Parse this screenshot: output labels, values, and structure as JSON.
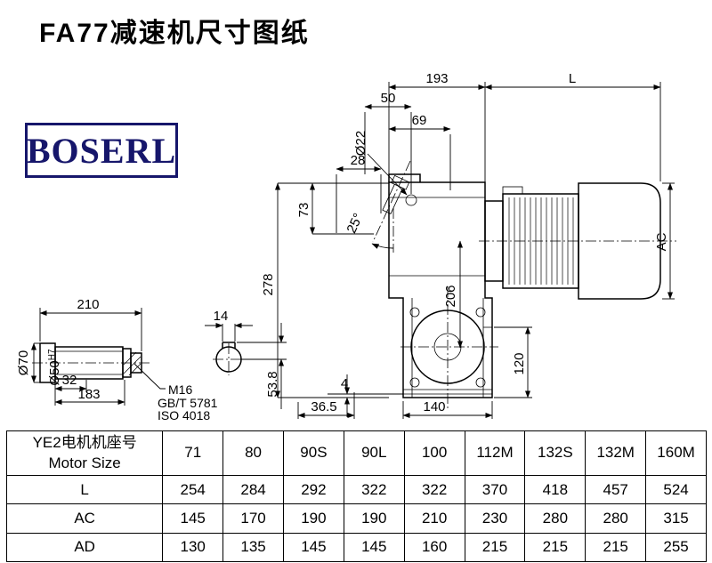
{
  "page": {
    "title": "FA77减速机尺寸图纸"
  },
  "logo": {
    "text": "BOSERL",
    "color": "#16166b"
  },
  "drawing": {
    "dims": {
      "top_width": "193",
      "motor_length": "L",
      "d50": "50",
      "d69": "69",
      "hole": "Ø22",
      "d28": "28",
      "d73": "73",
      "angle": "25°",
      "height": "278",
      "d206": "206",
      "ac": "AC",
      "d120": "120",
      "shaft_len": "210",
      "key_w": "14",
      "d70": "Ø70",
      "d50a": "Ø50",
      "d50tol": "H7",
      "d32": "32",
      "d183": "183",
      "m16": "M16",
      "gb": "GB/T 5781",
      "iso": "ISO 4018",
      "key_h": "53.8",
      "d4": "4",
      "d365": "36.5",
      "d140": "140"
    }
  },
  "table": {
    "header_line1": "YE2电机机座号",
    "header_line2": "Motor Size",
    "columns": [
      "71",
      "80",
      "90S",
      "90L",
      "100",
      "112M",
      "132S",
      "132M",
      "160M"
    ],
    "rows": [
      {
        "label": "L",
        "values": [
          "254",
          "284",
          "292",
          "322",
          "322",
          "370",
          "418",
          "457",
          "524"
        ]
      },
      {
        "label": "AC",
        "values": [
          "145",
          "170",
          "190",
          "190",
          "210",
          "230",
          "280",
          "280",
          "315"
        ]
      },
      {
        "label": "AD",
        "values": [
          "130",
          "135",
          "145",
          "145",
          "160",
          "215",
          "215",
          "215",
          "255"
        ]
      }
    ]
  }
}
